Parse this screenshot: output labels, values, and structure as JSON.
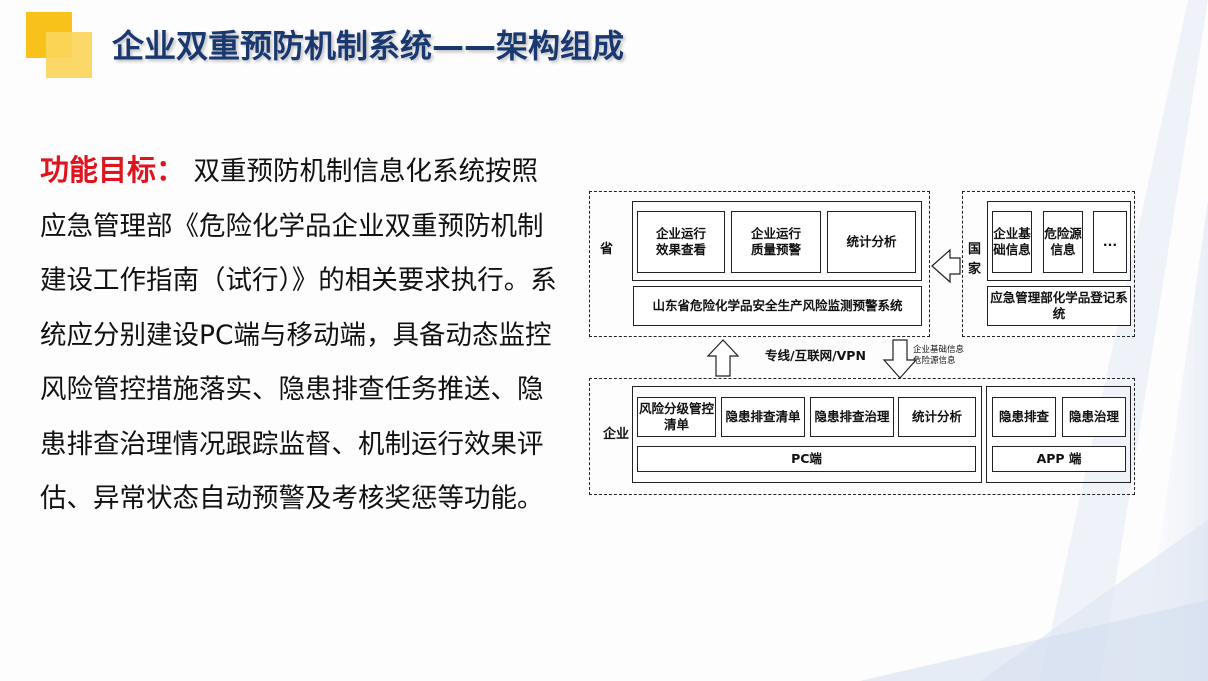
{
  "title": "企业双重预防机制系统——架构组成",
  "intro": {
    "key": "功能目标：",
    "text": " 双重预防机制信息化系统按照应急管理部《危险化学品企业双重预防机制建设工作指南（试行）》的相关要求执行。系统应分别建设PC端与移动端，具备动态监控风险管控措施落实、隐患排查任务推送、隐患排查治理情况跟踪监督、机制运行效果评估、异常状态自动预警及考核奖惩等功能。"
  },
  "diagram": {
    "province": {
      "label": "省",
      "modules": [
        "企业运行\n效果查看",
        "企业运行\n质量预警",
        "统计分析"
      ],
      "system": "山东省危险化学品安全生产风险监测预警系统"
    },
    "national": {
      "label": "国\n家",
      "modules": [
        "企业基\n础信息",
        "危险源\n信息",
        "..."
      ],
      "system": "应急管理部化学品登记系统"
    },
    "link_label": "专线/互联网/VPN",
    "upload_note": "企业基础信息\n危险源信息",
    "enterprise": {
      "label": "企业",
      "pc_modules": [
        "风险分级管控\n清单",
        "隐患排查清单",
        "隐患排查治理",
        "统计分析"
      ],
      "pc_label": "PC端",
      "app_modules": [
        "隐患排查",
        "隐患治理"
      ],
      "app_label": "APP 端"
    }
  }
}
